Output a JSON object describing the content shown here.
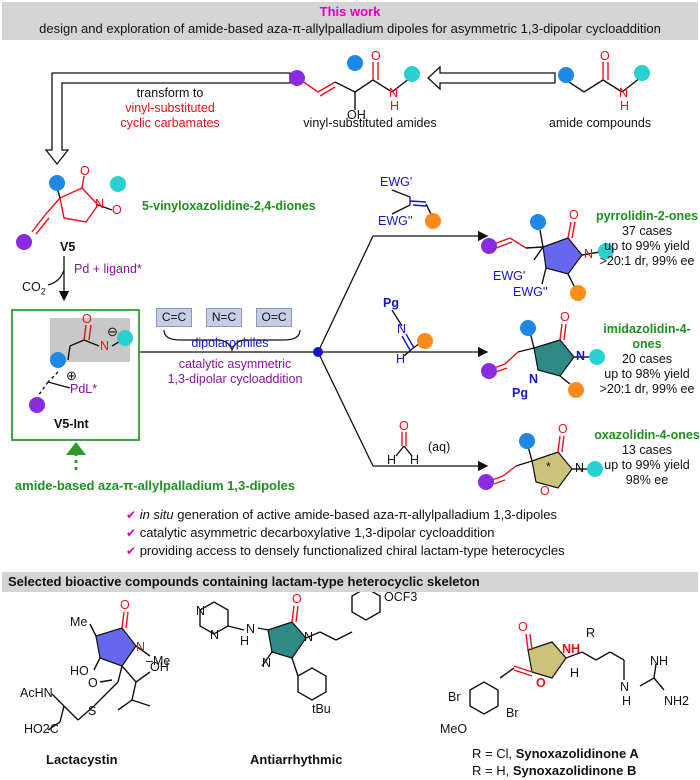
{
  "header": {
    "tag": "This work",
    "title": "design and exploration of amide-based aza-π-allylpalladium dipoles for asymmetric 1,3-dipolar cycloaddition"
  },
  "top_flow": {
    "transform_to": "transform to",
    "transform_target": [
      "vinyl-substituted",
      "cyclic carbamates"
    ],
    "middle_label": "vinyl-substituted amides",
    "right_label": "amide compounds"
  },
  "substrate": {
    "class_name": "5-vinyloxazolidine-2,4-diones",
    "code": "V5",
    "catalyst": "Pd + ligand*",
    "byproduct": "CO",
    "byproduct_sub": "2"
  },
  "intermediate": {
    "code": "V5-Int",
    "charge_neg": "⊖",
    "charge_pos": "⊕",
    "pd": "PdL*",
    "n": "N",
    "o": "O"
  },
  "dipole_label": "amide-based aza-π-allylpalladium 1,3-dipoles",
  "dipolarophiles": {
    "chips": [
      "C=C",
      "N=C",
      "O=C"
    ],
    "label": "dipolarophiles",
    "reaction": [
      "catalytic asymmetric",
      "1,3-dipolar cycloaddition"
    ]
  },
  "reagents": {
    "ewg_top": "EWG'",
    "ewg_bottom": "EWG''",
    "pg": "Pg",
    "n": "N",
    "h": "H",
    "o": "O",
    "aq": "(aq)"
  },
  "products": [
    {
      "name": "pyrrolidin-2-ones",
      "lines": [
        "37 cases",
        "up to 99% yield",
        ">20:1 dr, 99% ee"
      ]
    },
    {
      "name": "imidazolidin-4-ones",
      "lines": [
        "20 cases",
        "up to 98% yield",
        ">20:1 dr, 99% ee"
      ]
    },
    {
      "name": "oxazolidin-4-ones",
      "lines": [
        "13 cases",
        "up to 99% yield",
        "98% ee"
      ]
    }
  ],
  "product_labels": {
    "ewg1": "EWG'",
    "ewg2": "EWG''",
    "pg": "Pg",
    "n": "N",
    "o": "O"
  },
  "highlights": [
    {
      "lead": "in situ",
      "text": " generation of active amide-based aza-π-allylpalladium 1,3-dipoles"
    },
    {
      "lead": "",
      "text": "catalytic asymmetric decarboxylative 1,3-dipolar cycloaddition"
    },
    {
      "lead": "",
      "text": "providing access to densely functionalized chiral lactam-type heterocycles"
    }
  ],
  "section2": {
    "title": "Selected bioactive compounds containing lactam-type heterocyclic skeleton"
  },
  "bioactive": {
    "lactacystin": {
      "name": "Lactacystin",
      "labels": [
        "Me",
        "O",
        "HO",
        "N",
        "–Me",
        "AcHN",
        "O",
        "OH",
        "S",
        "HO2C"
      ]
    },
    "antiarrhythmic": {
      "name": "Antiarrhythmic",
      "labels": [
        "OCF3",
        "N",
        "N",
        "H",
        "N",
        "O",
        "N",
        "N",
        "tBu"
      ]
    },
    "synox": {
      "labels": [
        "O",
        "NH",
        "R",
        "O",
        "H",
        "Br",
        "Br",
        "MeO",
        "H",
        "N",
        "NH",
        "NH2"
      ],
      "captionA_prefix": "R = Cl, ",
      "captionA_name": "Synoxazolidinone A",
      "captionB_prefix": "R = H, ",
      "captionB_name": "Synoxazolidinone B"
    }
  },
  "colors": {
    "purple_dot": "#8a2be2",
    "blue_dot": "#1e88e5",
    "cyan_dot": "#28d0d0",
    "orange_dot": "#ff8c1a",
    "ring_blue": "#6666ee",
    "ring_teal": "#2f8a86",
    "ring_olive": "#cdc27a",
    "bond_red": "#e8121b",
    "green_frame": "#2e9a2e"
  }
}
